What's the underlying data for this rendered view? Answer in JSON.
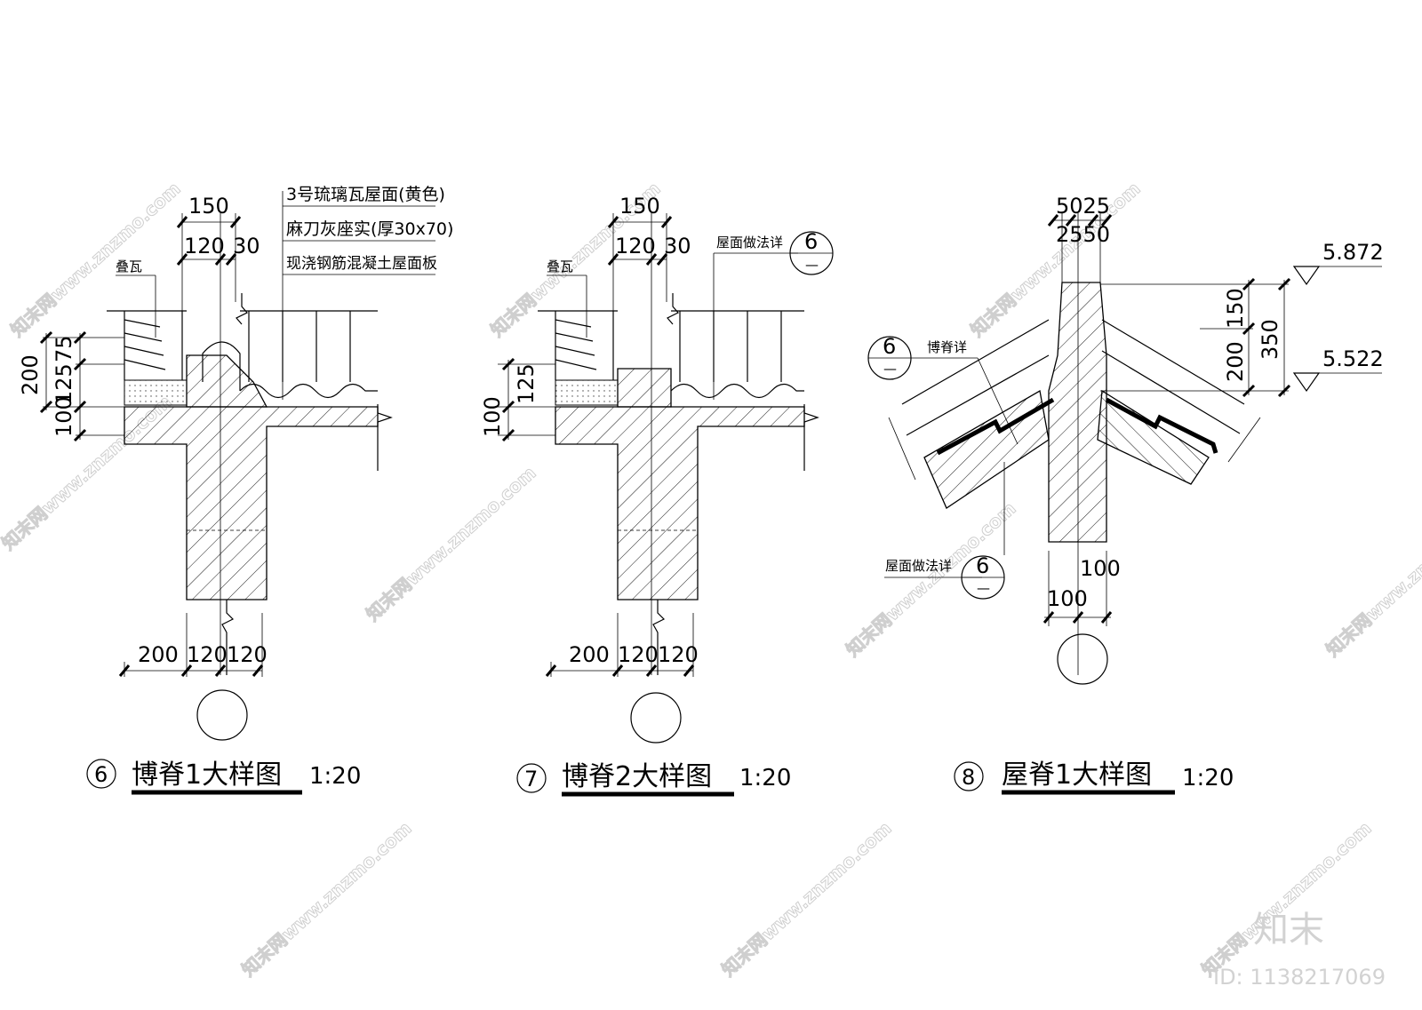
{
  "detail6": {
    "dims_top": [
      "150",
      "120",
      "30"
    ],
    "dims_left": [
      "200",
      "75",
      "125",
      "100"
    ],
    "dims_bottom": [
      "200",
      "120",
      "120"
    ],
    "note_stack": "叠瓦",
    "notes": [
      "3号琉璃瓦屋面(黄色)",
      "麻刀灰座实(厚30x70)",
      "现浇钢筋混凝土屋面板"
    ],
    "title_num": "6",
    "title": "博脊1大样图",
    "scale": "1:20"
  },
  "detail7": {
    "dims_top": [
      "150",
      "120",
      "30"
    ],
    "dims_left": [
      "125",
      "100"
    ],
    "dims_bottom": [
      "200",
      "120",
      "120"
    ],
    "note_stack": "叠瓦",
    "note_roof": "屋面做法详",
    "ref_num": "6",
    "ref_sheet": "—",
    "title_num": "7",
    "title": "博脊2大样图",
    "scale": "1:20"
  },
  "detail8": {
    "dims_top_a": "5025",
    "dims_top_b": "2550",
    "dims_right": [
      "150",
      "200",
      "350"
    ],
    "levels": [
      "5.872",
      "5.522"
    ],
    "dims_bottom": [
      "100",
      "100"
    ],
    "note_ridge": "博脊详",
    "note_roof": "屋面做法详",
    "ref_num": "6",
    "ref_sheet": "—",
    "title_num": "8",
    "title": "屋脊1大样图",
    "scale": "1:20"
  },
  "watermark": {
    "text": "知末网www.znzmo.com",
    "brand": "知末",
    "id": "ID: 1138217069"
  }
}
